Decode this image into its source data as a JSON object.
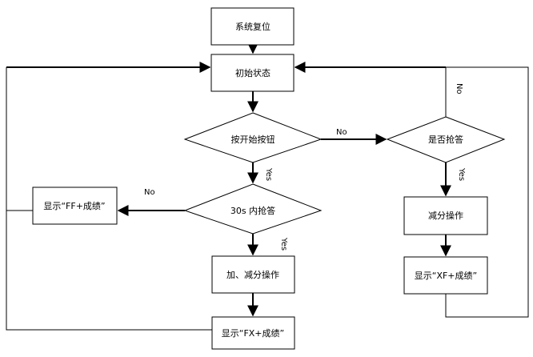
{
  "nodes": {
    "reset": "系统复位",
    "initial": "初始状态",
    "press_start": "按开始按钮",
    "answer_30s": "30s 内抢答",
    "add_sub": "加、减分操作",
    "show_fx": "显示“FX+成绩”",
    "show_ff": "显示“FF+成绩”",
    "whether_answer": "是否抢答",
    "sub_op": "减分操作",
    "show_xf": "显示“XF+成绩”"
  },
  "edge_labels": {
    "start_no": "No",
    "start_yes": "Yes",
    "answer_no": "No",
    "answer_yes": "Yes",
    "whether_yes": "Yes",
    "whether_no": "No"
  }
}
